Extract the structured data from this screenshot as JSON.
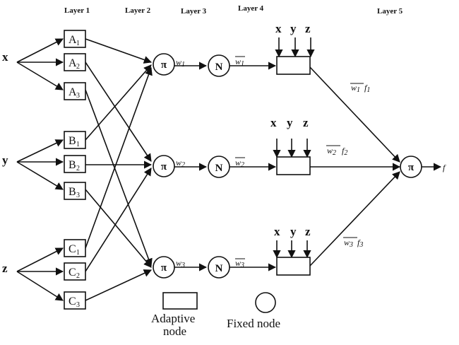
{
  "layers": [
    "Layer 1",
    "Layer 2",
    "Layer 3",
    "Layer 4",
    "Layer 5"
  ],
  "inputs": [
    "x",
    "y",
    "z"
  ],
  "membership_nodes": [
    {
      "letter": "A",
      "sub": "1"
    },
    {
      "letter": "A",
      "sub": "2"
    },
    {
      "letter": "A",
      "sub": "3"
    },
    {
      "letter": "B",
      "sub": "1"
    },
    {
      "letter": "B",
      "sub": "2"
    },
    {
      "letter": "B",
      "sub": "3"
    },
    {
      "letter": "C",
      "sub": "1"
    },
    {
      "letter": "C",
      "sub": "2"
    },
    {
      "letter": "C",
      "sub": "3"
    }
  ],
  "rule_nodes": [
    {
      "symbol": "π",
      "out_label": "w",
      "out_sub": "1"
    },
    {
      "symbol": "π",
      "out_label": "w",
      "out_sub": "2"
    },
    {
      "symbol": "π",
      "out_label": "w",
      "out_sub": "3"
    }
  ],
  "norm_nodes": [
    {
      "symbol": "N",
      "out_label": "w",
      "out_sub": "1"
    },
    {
      "symbol": "N",
      "out_label": "w",
      "out_sub": "2"
    },
    {
      "symbol": "N",
      "out_label": "w",
      "out_sub": "3"
    }
  ],
  "consequent_inputs": [
    "x",
    "y",
    "z"
  ],
  "consequent_outputs": [
    {
      "w": "w",
      "w_sub": "1",
      "f": "f",
      "f_sub": "1"
    },
    {
      "w": "w",
      "w_sub": "2",
      "f": "f",
      "f_sub": "2"
    },
    {
      "w": "w",
      "w_sub": "3",
      "f": "f",
      "f_sub": "3"
    }
  ],
  "output_node": {
    "symbol": "π",
    "out_label": "f"
  },
  "legend": {
    "adaptive_line1": "Adaptive",
    "adaptive_line2": "node",
    "fixed": "Fixed node"
  }
}
